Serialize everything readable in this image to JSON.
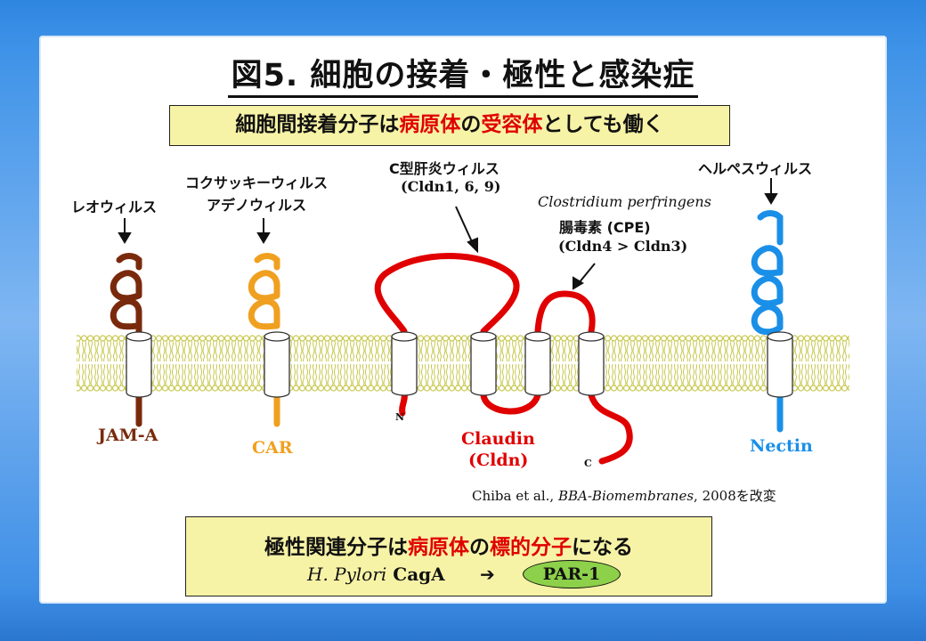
{
  "title": "図5. 細胞の接着・極性と感染症",
  "top_box": {
    "part1": "細胞間接着分子は",
    "part2": "病原体",
    "part3": "の",
    "part4": "受容体",
    "part5": "としても働く"
  },
  "labels": {
    "reovirus": "レオウィルス",
    "coxsackie_line1": "コクサッキーウィルス",
    "coxsackie_line2": "アデノウィルス",
    "hcv_line1": "C型肝炎ウィルス",
    "hcv_line2": "(Cldn1, 6, 9)",
    "cpe_line1": "Clostridium perfringens",
    "cpe_line2": "腸毒素 (CPE)",
    "cpe_line3": "(Cldn4 > Cldn3)",
    "herpes": "ヘルペスウィルス",
    "jama": "JAM-A",
    "car": "CAR",
    "claudin_line1": "Claudin",
    "claudin_line2": "(Cldn)",
    "nectin": "Nectin",
    "n_term": "N",
    "c_term": "C"
  },
  "citation": {
    "authors": "Chiba et al., ",
    "journal": "BBA-Biomembranes",
    "rest": ", 2008を改変"
  },
  "bottom_box": {
    "part1": "極性関連分子は",
    "part2": "病原体",
    "part3": "の",
    "part4": "標的分子",
    "part5": "になる",
    "organism": "H. Pylori",
    "protein": " CagA",
    "arrow": "➔",
    "target": "PAR-1"
  },
  "colors": {
    "jama": "#7a2a0c",
    "car": "#f0a020",
    "claudin": "#e00000",
    "nectin": "#1a8fe8",
    "membrane": "#c8c850",
    "box_fill": "#f7f3a6",
    "par_fill": "#8dd04a"
  }
}
